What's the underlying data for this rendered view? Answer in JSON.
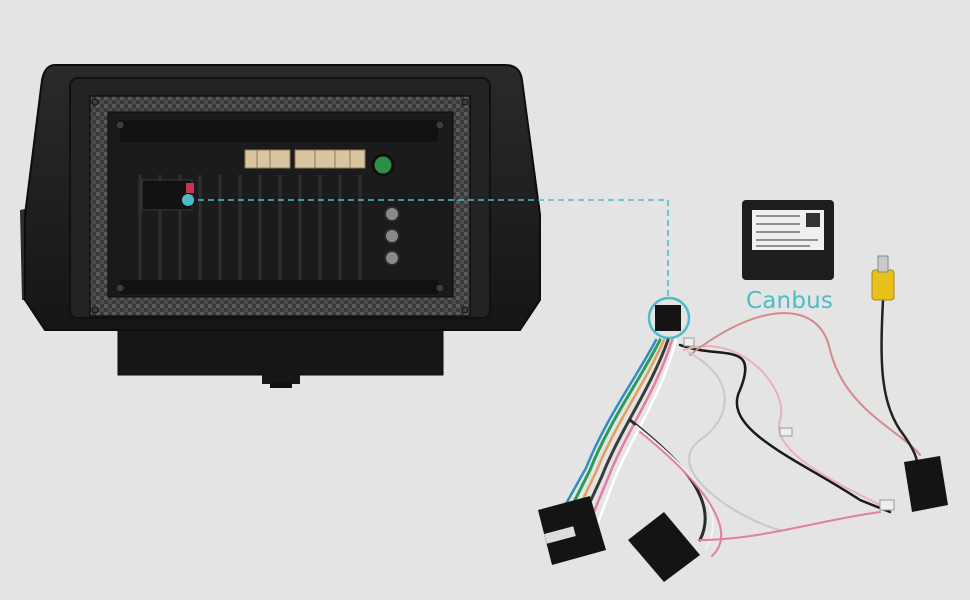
{
  "labels": {
    "canbus": "Canbus"
  },
  "colors": {
    "background": "#e4e4e4",
    "accent_cyan": "#4bbcc8",
    "unit_body": "#1e1e1e",
    "connector_black": "#141414",
    "plug_yellow": "#e8c21a"
  },
  "objects": [
    {
      "name": "car-stereo-back-panel",
      "description_icon": "head-unit"
    },
    {
      "name": "canbus-decoder-box",
      "description_icon": "module"
    },
    {
      "name": "wiring-harness",
      "description_icon": "cable"
    },
    {
      "name": "rca-video-plug",
      "description_icon": "rca-connector"
    }
  ]
}
